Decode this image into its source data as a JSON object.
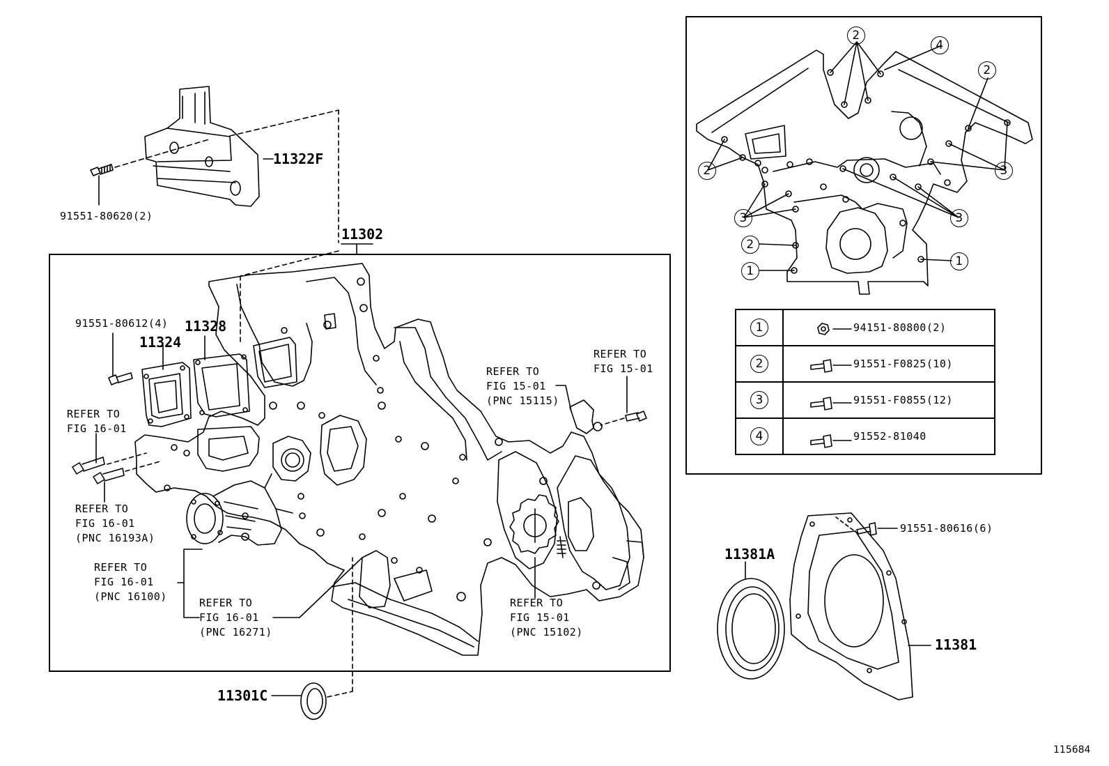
{
  "labels": {
    "bracket_part": "11322F",
    "bracket_bolt": "91551-80620(2)",
    "cover_part": "11302",
    "bolt_4": "91551-80612(4)",
    "gasket_11328": "11328",
    "plate_11324": "11324",
    "refer_16_01_a1": "REFER TO",
    "refer_16_01_a2": "FIG 16-01",
    "refer_16193a_1": "REFER TO",
    "refer_16193a_2": "FIG 16-01",
    "refer_16193a_3": "(PNC 16193A)",
    "refer_16100_1": "REFER TO",
    "refer_16100_2": "FIG 16-01",
    "refer_16100_3": "(PNC 16100)",
    "refer_16271_1": "REFER TO",
    "refer_16271_2": "FIG 16-01",
    "refer_16271_3": "(PNC 16271)",
    "refer_15115_1": "REFER TO",
    "refer_15115_2": "FIG 15-01",
    "refer_15115_3": "(PNC 15115)",
    "refer_15_01_b1": "REFER TO",
    "refer_15_01_b2": "FIG 15-01",
    "refer_15102_1": "REFER TO",
    "refer_15102_2": "FIG 15-01",
    "refer_15102_3": "(PNC 15102)",
    "seal_11301c": "11301C",
    "seal_11381a": "11381A",
    "retainer_11381": "11381",
    "retainer_bolt": "91551-80616(6)",
    "figure_id": "115684"
  },
  "inset_callouts": [
    "2",
    "4",
    "2",
    "2",
    "3",
    "3",
    "3",
    "2",
    "1",
    "1"
  ],
  "legend": [
    {
      "num": "1",
      "part": "94151-80800(2)"
    },
    {
      "num": "2",
      "part": "91551-F0825(10)"
    },
    {
      "num": "3",
      "part": "91551-F0855(12)"
    },
    {
      "num": "4",
      "part": "91552-81040"
    }
  ]
}
